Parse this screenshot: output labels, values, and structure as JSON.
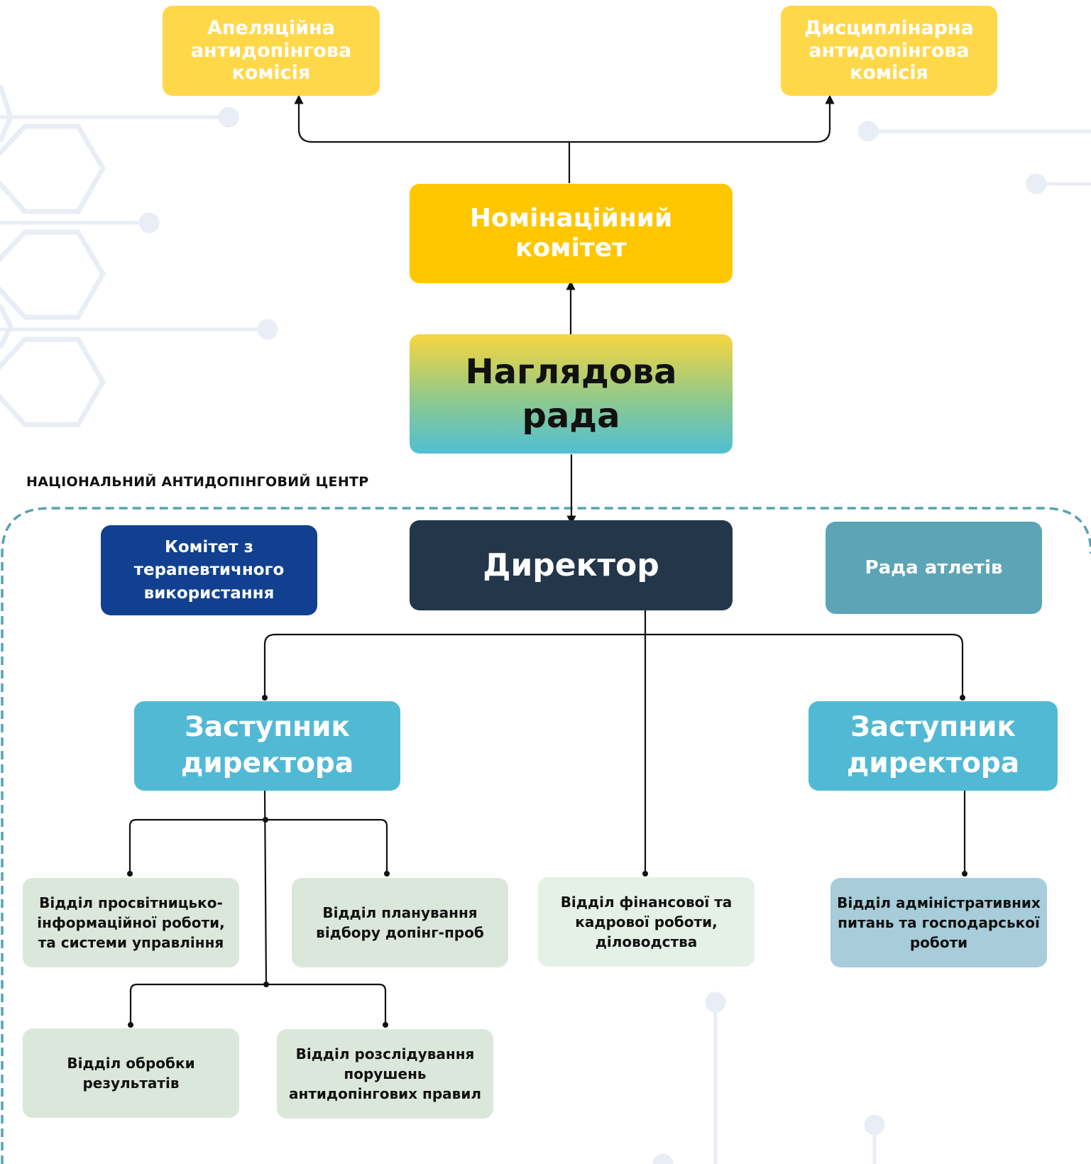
{
  "diagram": {
    "section_label": "НАЦІОНАЛЬНИЙ АНТИДОПІНГОВИЙ ЦЕНТР",
    "nodes": {
      "appeal_commission": "Апеляційна\nантидопінгова\nкомісія",
      "disciplinary_commission": "Дисциплінарна\nантидопінгова\nкомісія",
      "nomination_committee": "Номінаційний\nкомітет",
      "supervisory_board": "Наглядова\nрада",
      "therapeutic_committee": "Комітет з\nтерапевтичного\nвикористання",
      "director": "Директор",
      "athletes_council": "Рада атлетів",
      "deputy_left": "Заступник\nдиректора",
      "deputy_right": "Заступник\nдиректора",
      "dept_education": "Відділ просвітницько-\nінформаційної роботи,\nта системи управління",
      "dept_planning": "Відділ планування\nвідбору допінг-проб",
      "dept_finance": "Відділ фінансової та\nкадрової роботи,\nділоводства",
      "dept_admin": "Відділ адміністративних\nпитань та господарської\nроботи",
      "dept_results": "Відділ обробки\nрезультатів",
      "dept_investigation": "Відділ розслідування\nпорушень\nантидопінгових правил"
    },
    "colors": {
      "yellow_light": "#FFD84A",
      "yellow": "#FFC700",
      "gradient_top": "#F8D53F",
      "gradient_bottom": "#4FBFD5",
      "navy": "#10408F",
      "dark": "#23364A",
      "teal_muted": "#5BA5B7",
      "teal": "#52B9D4",
      "green_pale": "#DCE7DB",
      "green_paler": "#E5F0E7",
      "blue_pale": "#A6CDD9",
      "dashed_border": "#5AA0B1",
      "decor": "#E9EDF5"
    }
  }
}
